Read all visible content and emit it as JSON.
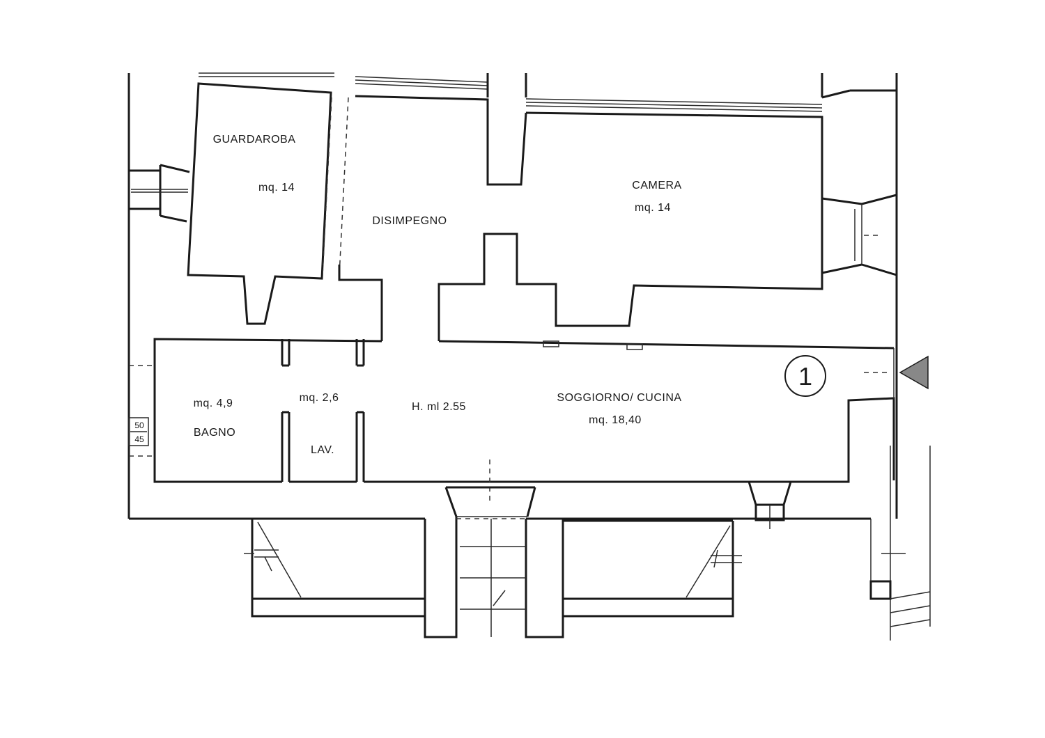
{
  "rooms": {
    "guardaroba": {
      "name": "GUARDAROBA",
      "area": "mq. 14"
    },
    "disimpegno": {
      "name": "DISIMPEGNO"
    },
    "camera": {
      "name": "CAMERA",
      "area": "mq. 14"
    },
    "bagno": {
      "name": "BAGNO",
      "area": "mq. 4,9"
    },
    "lav": {
      "name": "LAV.",
      "area": "mq. 2,6"
    },
    "soggiorno": {
      "name": "SOGGIORNO/ CUCINA",
      "area": "mq. 18,40"
    }
  },
  "height_note": "H. ml 2.55",
  "unit_marker": "1",
  "window_dims": {
    "top": "50",
    "bottom": "45"
  }
}
